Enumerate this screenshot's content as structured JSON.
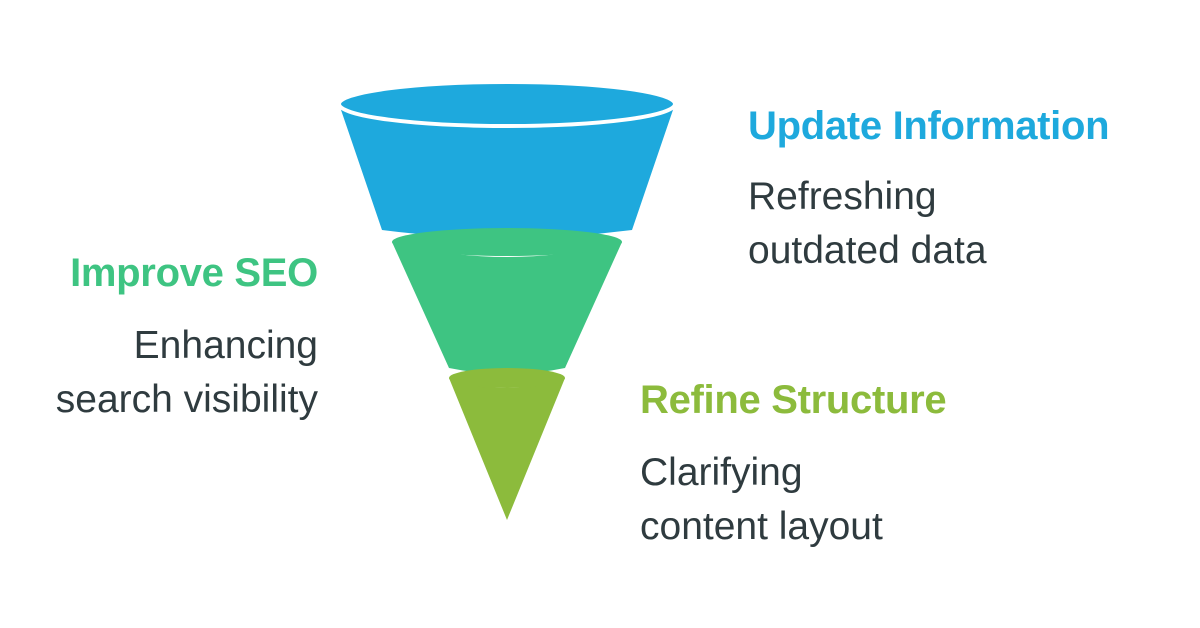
{
  "stages": [
    {
      "title": "Update Information",
      "description": "Refreshing\noutdated data",
      "color": "#1ea9dd"
    },
    {
      "title": "Improve SEO",
      "description": "Enhancing\nsearch visibility",
      "color": "#3ec482"
    },
    {
      "title": "Refine Structure",
      "description": "Clarifying\ncontent layout",
      "color": "#8cbb3c"
    }
  ],
  "colors": {
    "text": "#2f3b3f",
    "background": "#ffffff"
  }
}
